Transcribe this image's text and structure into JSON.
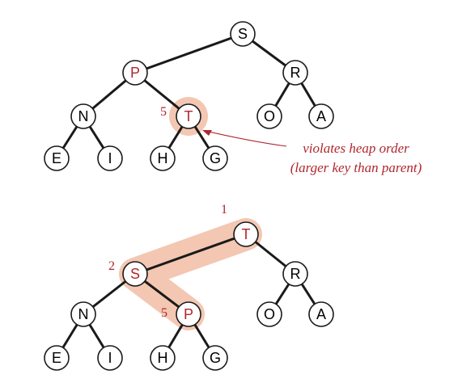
{
  "colors": {
    "highlight": "#b0262d",
    "halo": "#f3c7b2",
    "ink": "#1a1a1a"
  },
  "trees": [
    {
      "nodes": [
        {
          "label": "S",
          "highlight": false
        },
        {
          "label": "P",
          "highlight": true
        },
        {
          "label": "R",
          "highlight": false
        },
        {
          "label": "N",
          "highlight": false
        },
        {
          "label": "T",
          "highlight": true
        },
        {
          "label": "O",
          "highlight": false
        },
        {
          "label": "A",
          "highlight": false
        },
        {
          "label": "E",
          "highlight": false
        },
        {
          "label": "I",
          "highlight": false
        },
        {
          "label": "H",
          "highlight": false
        },
        {
          "label": "G",
          "highlight": false
        }
      ],
      "index_labels": [
        "5"
      ],
      "callout_lines": [
        "violates heap order",
        "(larger key than parent)"
      ]
    },
    {
      "nodes": [
        {
          "label": "T",
          "highlight": true
        },
        {
          "label": "S",
          "highlight": true
        },
        {
          "label": "R",
          "highlight": false
        },
        {
          "label": "N",
          "highlight": false
        },
        {
          "label": "P",
          "highlight": true
        },
        {
          "label": "O",
          "highlight": false
        },
        {
          "label": "A",
          "highlight": false
        },
        {
          "label": "E",
          "highlight": false
        },
        {
          "label": "I",
          "highlight": false
        },
        {
          "label": "H",
          "highlight": false
        },
        {
          "label": "G",
          "highlight": false
        }
      ],
      "index_labels": [
        "1",
        "2",
        "5"
      ]
    }
  ]
}
